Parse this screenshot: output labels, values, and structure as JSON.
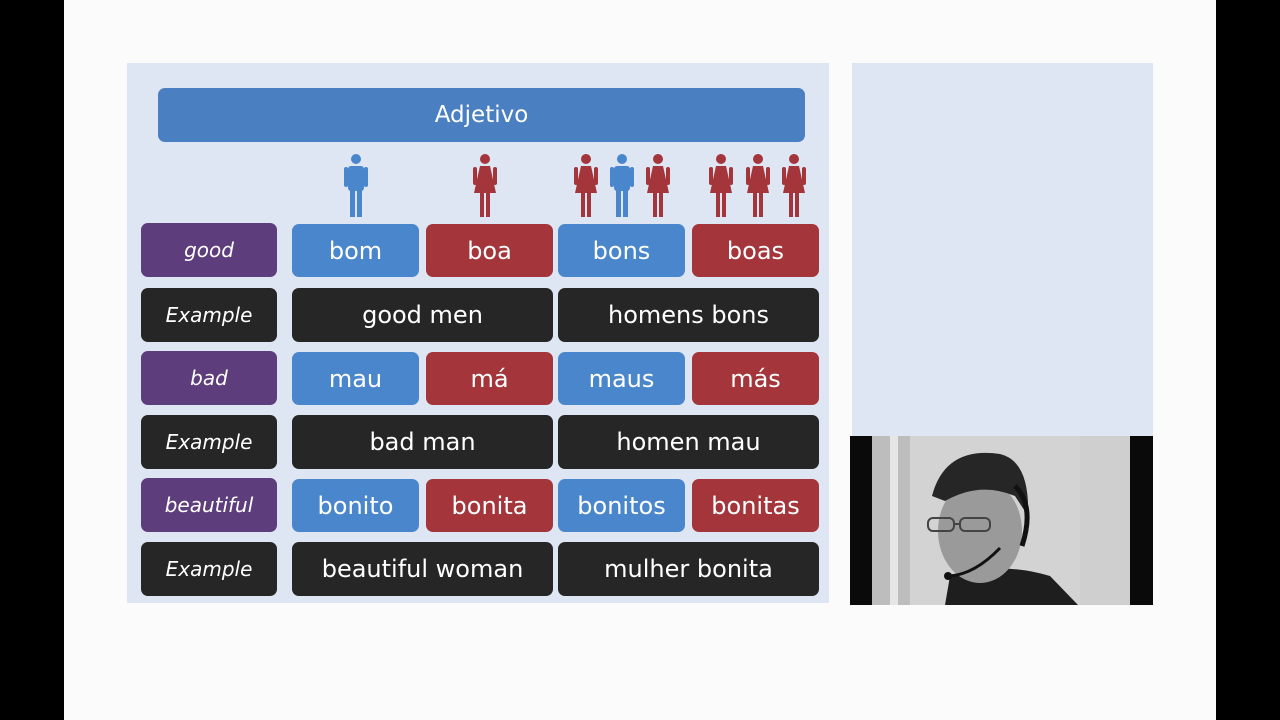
{
  "slide": {
    "title": "Adjetivo",
    "rows": [
      {
        "label": "good",
        "cells": [
          "bom",
          "boa",
          "bons",
          "boas"
        ]
      },
      {
        "label": "Example",
        "cells": [
          "good men",
          "homens bons"
        ]
      },
      {
        "label": "bad",
        "cells": [
          "mau",
          "má",
          "maus",
          "más"
        ]
      },
      {
        "label": "Example",
        "cells": [
          "bad man",
          "homen mau"
        ]
      },
      {
        "label": "beautiful",
        "cells": [
          "bonito",
          "bonita",
          "bonitos",
          "bonitas"
        ]
      },
      {
        "label": "Example",
        "cells": [
          "beautiful woman",
          "mulher bonita"
        ]
      }
    ]
  },
  "icons": {
    "male": "man-figure-icon",
    "female": "woman-figure-icon"
  },
  "colors": {
    "masculine": "#4a86cc",
    "feminine": "#a4353a",
    "label": "#5e3d7c",
    "example": "#262626",
    "title": "#4a7fc2",
    "slide_bg": "#dde6f2"
  }
}
